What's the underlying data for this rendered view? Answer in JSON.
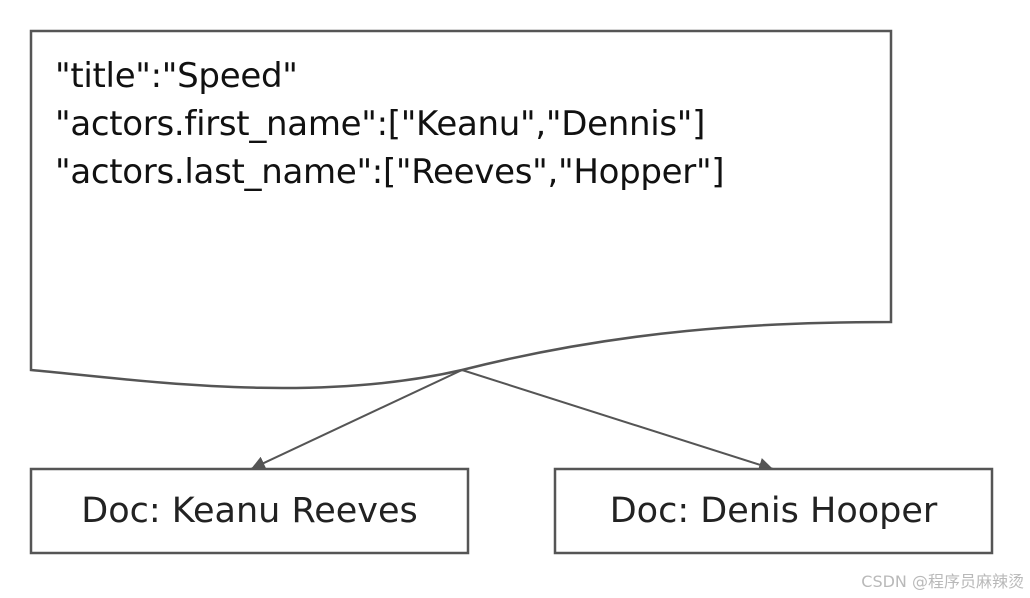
{
  "document": {
    "lines": [
      "\"title\":\"Speed\"",
      "\"actors.first_name\":[\"Keanu\",\"Dennis\"]",
      "\"actors.last_name\":[\"Reeves\",\"Hopper\"]"
    ]
  },
  "boxes": [
    {
      "label": "Doc: Keanu Reeves"
    },
    {
      "label": "Doc: Denis Hooper"
    }
  ],
  "watermark": "CSDN @程序员麻辣烫",
  "colors": {
    "stroke": "#555555",
    "text": "#111111",
    "background": "#ffffff",
    "watermark": "#b9b9b9"
  },
  "icons": {
    "arrowhead": "filled-triangle-arrow"
  }
}
